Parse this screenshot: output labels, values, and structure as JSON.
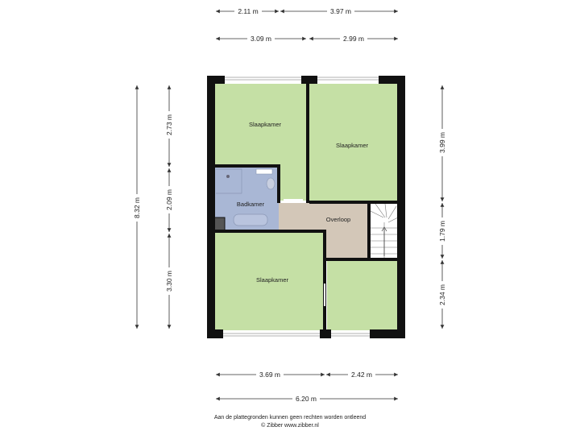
{
  "dimensions": {
    "top_row_1": [
      "2.11 m",
      "3.97 m"
    ],
    "top_row_2": [
      "3.09 m",
      "2.99 m"
    ],
    "bottom_row_1": [
      "3.69 m",
      "2.42 m"
    ],
    "bottom_total": "6.20 m",
    "left_total": "8.32 m",
    "left_segments": [
      "2.73 m",
      "2.09 m",
      "3.30 m"
    ],
    "right_segments": [
      "3.99 m",
      "1.79 m",
      "2.34 m"
    ]
  },
  "rooms": {
    "bedroom_top_left": "Slaapkamer",
    "bedroom_top_right": "Slaapkamer",
    "bathroom": "Badkamer",
    "landing": "Overloop",
    "bedroom_bottom_left": "Slaapkamer"
  },
  "footer": {
    "disclaimer": "Aan de plattegronden kunnen geen rechten worden ontleend",
    "credit": "© Zibber www.zibber.nl"
  },
  "colors": {
    "bedroom": "#c5e0a5",
    "bathroom": "#a9b7d5",
    "landing": "#d3c7b8",
    "wall": "#111111",
    "dimension_line": "#333333"
  }
}
